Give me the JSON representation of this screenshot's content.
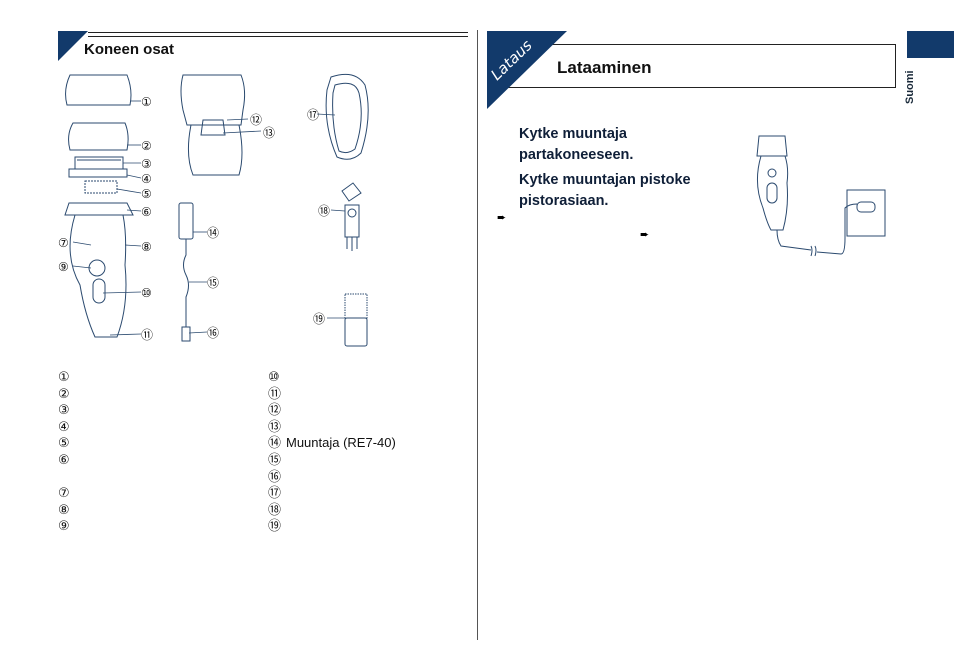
{
  "left_section": {
    "title": "Koneen osat",
    "callouts": [
      "①",
      "②",
      "③",
      "④",
      "⑤",
      "⑥",
      "⑦",
      "⑧",
      "⑨",
      "⑩",
      "⑪",
      "⑫",
      "⑬",
      "⑭",
      "⑮",
      "⑯",
      "⑰",
      "⑱",
      "⑲"
    ],
    "legend_col1": [
      "①",
      "②",
      "③",
      "④",
      "⑤",
      "⑥",
      "",
      "⑦",
      "⑧",
      "⑨"
    ],
    "legend_col2": [
      {
        "num": "⑩",
        "text": ""
      },
      {
        "num": "⑪",
        "text": ""
      },
      {
        "num": "⑫",
        "text": ""
      },
      {
        "num": "⑬",
        "text": ""
      },
      {
        "num": "⑭",
        "text": "Muuntaja (RE7-40)"
      },
      {
        "num": "⑮",
        "text": ""
      },
      {
        "num": "⑯",
        "text": ""
      },
      {
        "num": "⑰",
        "text": ""
      },
      {
        "num": "⑱",
        "text": ""
      },
      {
        "num": "⑲",
        "text": ""
      }
    ]
  },
  "right_section": {
    "corner_label": "Lataus",
    "title": "Lataaminen",
    "side_tab": "Suomi",
    "step1": "Kytke muuntaja partakoneeseen.",
    "step2": "Kytke muuntajan pistoke pistorasiaan.",
    "plug_symbol": "➨"
  },
  "colors": {
    "accent": "#123a6b"
  }
}
